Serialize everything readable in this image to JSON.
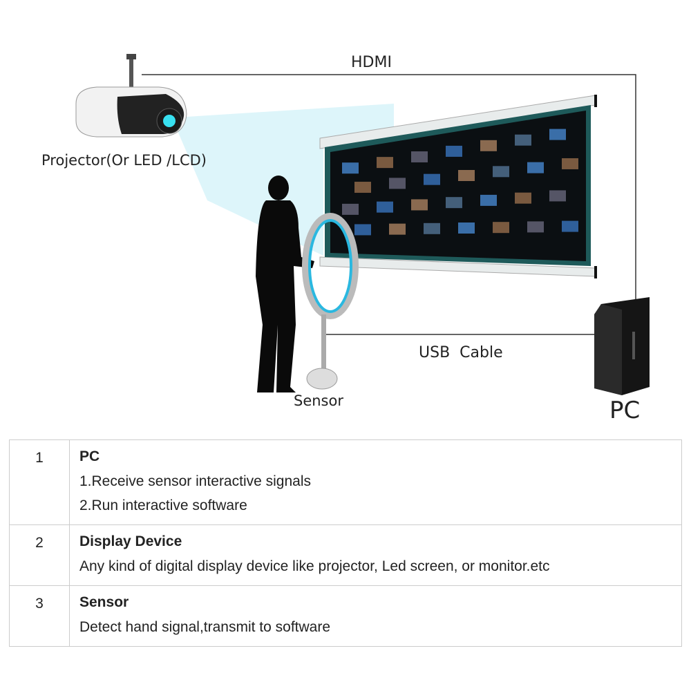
{
  "diagram": {
    "hdmi_label": "HDMI",
    "usb_label": "USB  Cable",
    "projector_label": "Projector(Or LED /LCD)",
    "sensor_label": "Sensor",
    "pc_label": "PC",
    "colors": {
      "beam": "#bdeef7",
      "screen": "#0b0f12",
      "frame": "#1e5a5a",
      "line": "#333333"
    }
  },
  "table": {
    "rows": [
      {
        "num": "1",
        "title": "PC",
        "lines": [
          "1.Receive sensor interactive signals",
          "2.Run interactive software"
        ]
      },
      {
        "num": "2",
        "title": "Display Device",
        "lines": [
          "Any kind of digital display device like projector, Led screen, or monitor.etc"
        ]
      },
      {
        "num": "3",
        "title": "Sensor",
        "lines": [
          "Detect hand signal,transmit to software"
        ]
      }
    ]
  }
}
